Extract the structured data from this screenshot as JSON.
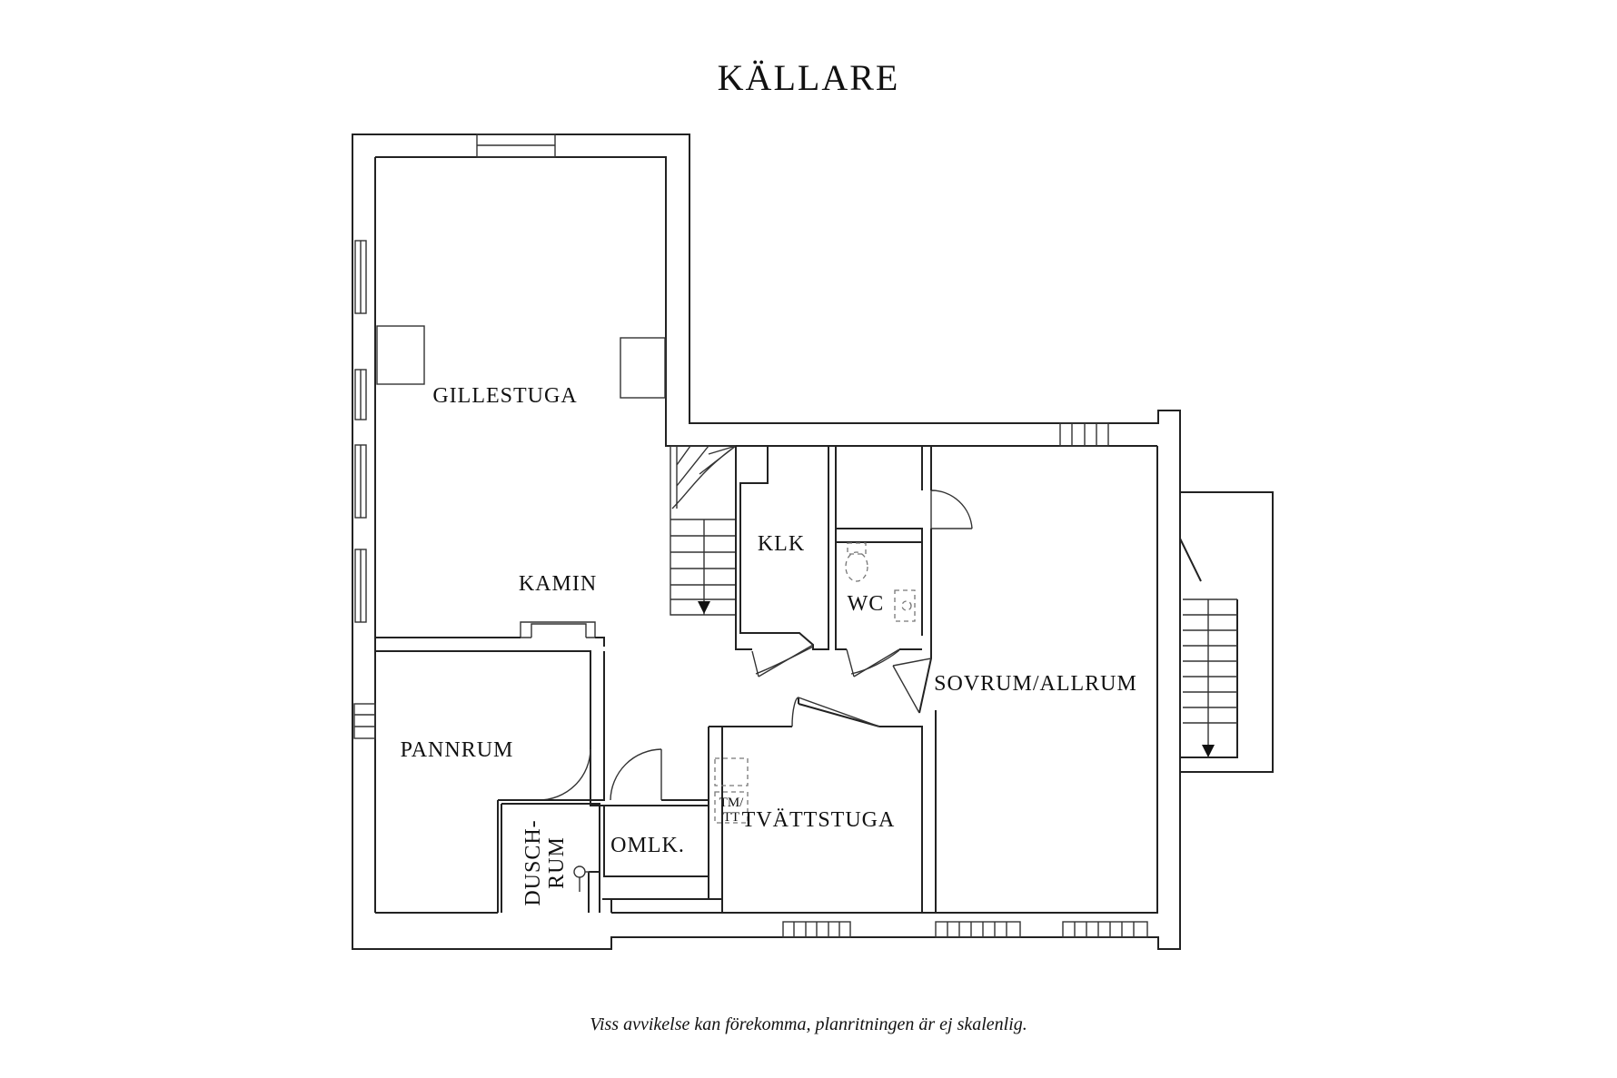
{
  "plan": {
    "title": "KÄLLARE",
    "footnote": "Viss avvikelse kan förekomma, planritningen är ej skalenlig.",
    "rooms": {
      "gillestuga": "GILLESTUGA",
      "kamin": "KAMIN",
      "klk": "KLK",
      "wc": "WC",
      "sovrum": "SOVRUM/ALLRUM",
      "pannrum": "PANNRUM",
      "tvattstuga": "TVÄTTSTUGA",
      "omlk": "OMLK.",
      "dusch_1": "DUSCH-",
      "dusch_2": "RUM",
      "tm": "TM/",
      "tt": "TT"
    }
  },
  "colors": {
    "line": "#222222",
    "background": "#ffffff"
  },
  "icons": [
    "stair-arrow-icon",
    "toilet-icon",
    "sink-icon",
    "shower-icon"
  ]
}
